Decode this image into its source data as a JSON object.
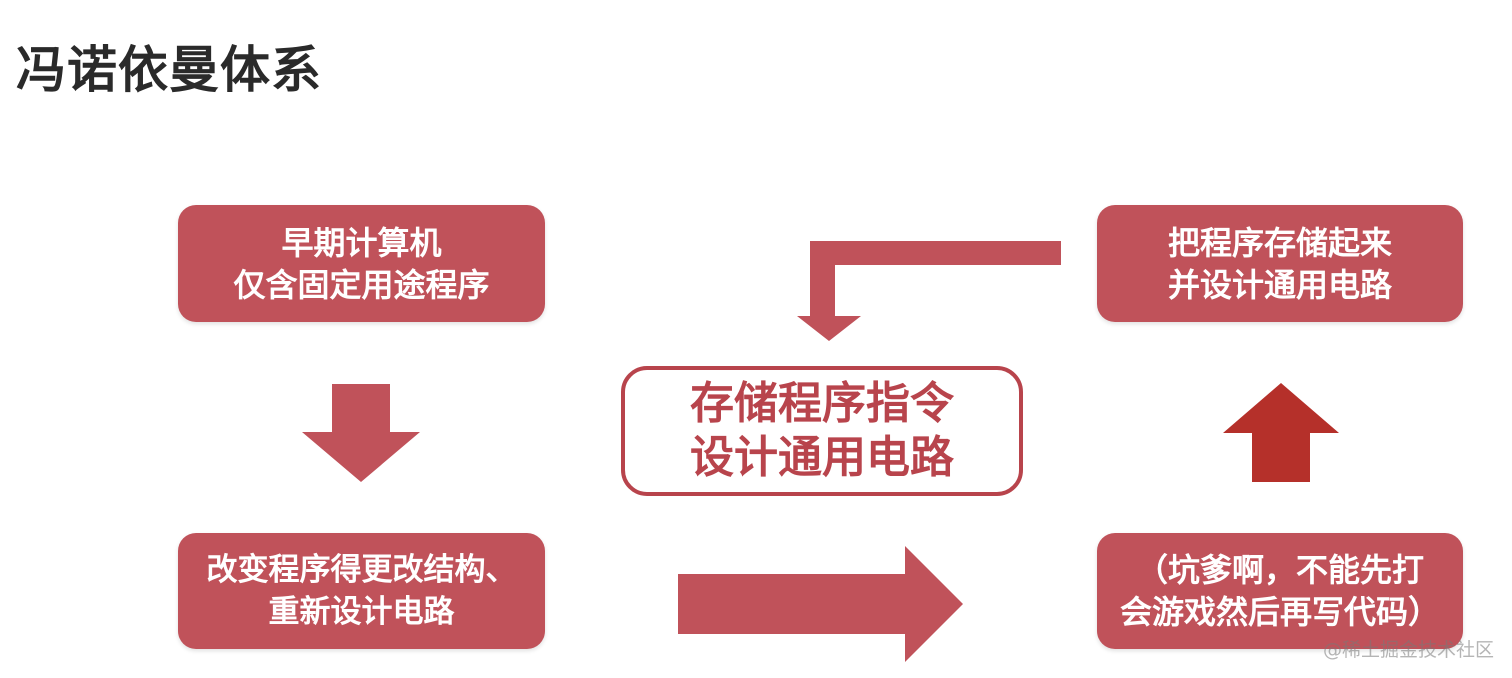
{
  "title": "冯诺依曼体系",
  "boxes": {
    "early": {
      "line1": "早期计算机",
      "line2": "仅含固定用途程序"
    },
    "change": {
      "line1": "改变程序得更改结构、",
      "line2": "重新设计电路"
    },
    "store": {
      "line1": "把程序存储起来",
      "line2": "并设计通用电路"
    },
    "game": {
      "line1": "（坑爹啊，不能先打",
      "line2": "会游戏然后再写代码）"
    },
    "center": {
      "line1": "存储程序指令",
      "line2": "设计通用电路"
    }
  },
  "watermark": "@稀土掘金技术社区",
  "colors": {
    "box_fill": "#c0525a",
    "center_border": "#b8444c",
    "arrow_fill": "#c0525a",
    "up_arrow_fill": "#b5302a"
  }
}
